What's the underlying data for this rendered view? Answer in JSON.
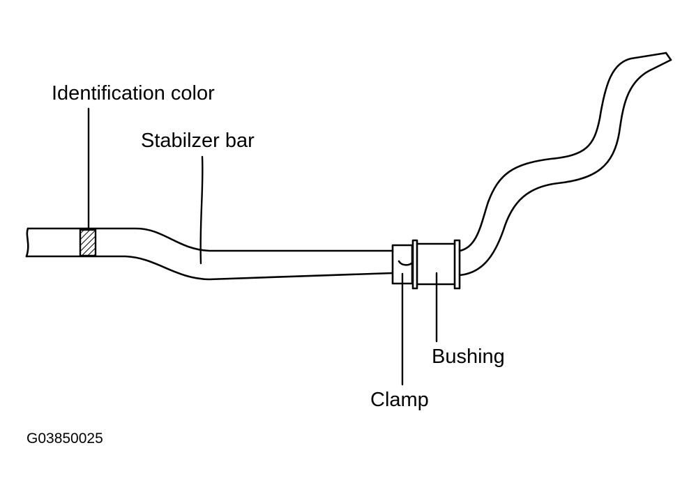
{
  "labels": {
    "identification_color": "Identification color",
    "stabilizer_bar": "Stabilzer bar",
    "bushing": "Bushing",
    "clamp": "Clamp"
  },
  "figure_id": "G03850025",
  "colors": {
    "line": "#000000",
    "background": "#ffffff"
  }
}
